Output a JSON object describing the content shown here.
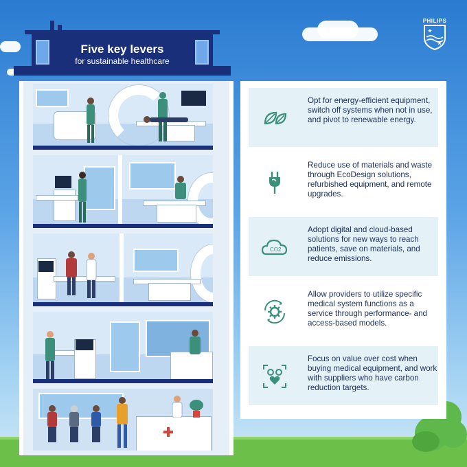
{
  "brand": {
    "name": "PHILIPS"
  },
  "sign": {
    "title": "Five key levers",
    "subtitle": "for sustainable healthcare"
  },
  "levers": [
    {
      "icon": "leaf-icon",
      "text": "Opt for energy-efficient equipment, switch off systems when not in use, and pivot to renewable energy."
    },
    {
      "icon": "plug-icon",
      "text": "Reduce use of materials and waste through EcoDesign solutions, refurbished equipment, and remote upgrades."
    },
    {
      "icon": "co2-cloud-icon",
      "text": "Adopt digital and cloud-based solutions for new ways to reach patients, save on materials, and reduce emissions."
    },
    {
      "icon": "gear-cycle-icon",
      "text": "Allow providers to utilize specific medical system functions as a service through performance- and access-based models."
    },
    {
      "icon": "people-heart-icon",
      "text": "Focus on value over cost when buying medical equipment, and work with suppliers who have carbon reduction targets."
    }
  ],
  "colors": {
    "navy": "#1a2f7a",
    "teal": "#3b8f7b",
    "sky": "#3d8fe0",
    "card": "#e4f1f6",
    "grass": "#6cc04a"
  },
  "co2_label": "CO2"
}
